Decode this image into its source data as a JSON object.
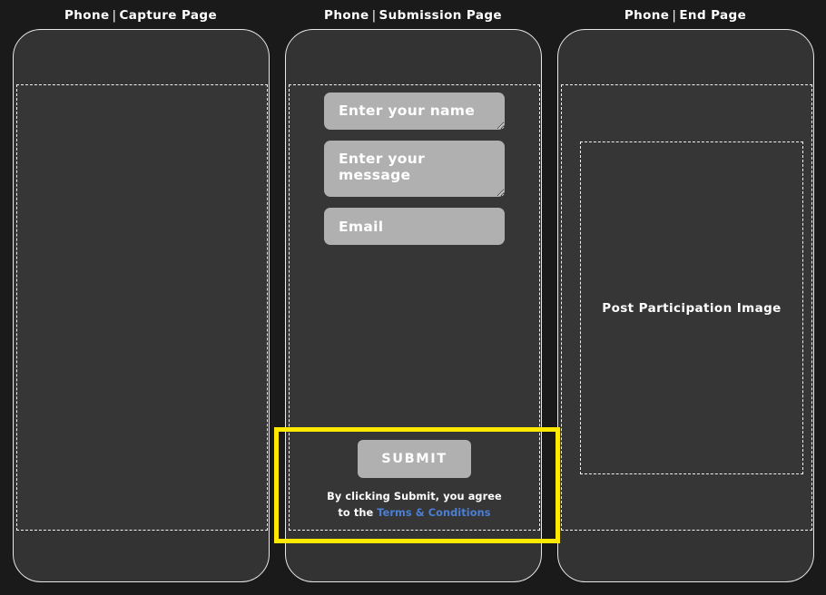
{
  "canvas": {
    "background_color": "#1a1a1a",
    "phone_body_color": "#333333",
    "screen_color": "#363636",
    "frame_border_color": "#e8e8e8",
    "dashed_border_color": "#f2f2f2",
    "highlight_color": "#ffe900",
    "field_color": "#b0b0b0",
    "link_color": "#4a7fd4"
  },
  "phones": [
    {
      "header_prefix": "Phone",
      "header_separator": "|",
      "header_title": "Capture Page"
    },
    {
      "header_prefix": "Phone",
      "header_separator": "|",
      "header_title": "Submission Page"
    },
    {
      "header_prefix": "Phone",
      "header_separator": "|",
      "header_title": "End Page"
    }
  ],
  "submission_form": {
    "name_placeholder": "Enter your name",
    "name_value": "",
    "message_placeholder": "Enter your message",
    "message_value": "",
    "email_placeholder": "Email",
    "email_value": "",
    "submit_label": "SUBMIT",
    "terms_prefix": "By clicking Submit, you agree to the ",
    "terms_link_label": "Terms & Conditions"
  },
  "end_page": {
    "image_placeholder_label": "Post Participation Image"
  }
}
